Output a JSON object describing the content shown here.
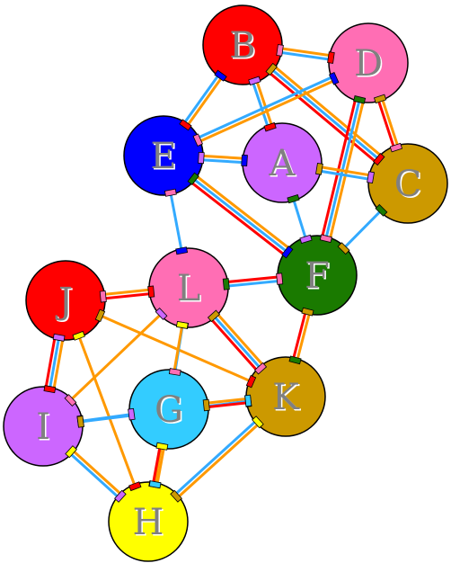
{
  "nodes": [
    {
      "id": "A",
      "label": "A",
      "color": "#cc66ff"
    },
    {
      "id": "B",
      "label": "B",
      "color": "#ff0000"
    },
    {
      "id": "C",
      "label": "C",
      "color": "#cc9900"
    },
    {
      "id": "D",
      "label": "D",
      "color": "#ff6eb4"
    },
    {
      "id": "E",
      "label": "E",
      "color": "#0000ff"
    },
    {
      "id": "F",
      "label": "F",
      "color": "#1a7a00"
    },
    {
      "id": "G",
      "label": "G",
      "color": "#33ccff"
    },
    {
      "id": "H",
      "label": "H",
      "color": "#ffff00"
    },
    {
      "id": "I",
      "label": "I",
      "color": "#cc66ff"
    },
    {
      "id": "J",
      "label": "J",
      "color": "#ff0000"
    },
    {
      "id": "K",
      "label": "K",
      "color": "#cc9900"
    },
    {
      "id": "L",
      "label": "L",
      "color": "#ff6eb4"
    }
  ],
  "edges": [
    {
      "from": "B",
      "to": "D",
      "colors": [
        "#ff9900",
        "#33aaff"
      ]
    },
    {
      "from": "B",
      "to": "E",
      "colors": [
        "#ff9900",
        "#33aaff"
      ]
    },
    {
      "from": "B",
      "to": "A",
      "colors": [
        "#ff9900",
        "#33aaff"
      ]
    },
    {
      "from": "B",
      "to": "C",
      "colors": [
        "#ff9900",
        "#33aaff",
        "#ff0000"
      ]
    },
    {
      "from": "D",
      "to": "E",
      "colors": [
        "#ff9900",
        "#33aaff"
      ]
    },
    {
      "from": "D",
      "to": "C",
      "colors": [
        "#ff9900",
        "#ff0000"
      ]
    },
    {
      "from": "D",
      "to": "F",
      "colors": [
        "#ff9900",
        "#33aaff",
        "#ff0000"
      ]
    },
    {
      "from": "E",
      "to": "A",
      "colors": [
        "#ff9900",
        "#33aaff"
      ]
    },
    {
      "from": "E",
      "to": "F",
      "colors": [
        "#ff9900",
        "#33aaff",
        "#ff0000"
      ]
    },
    {
      "from": "E",
      "to": "L",
      "colors": [
        "#33aaff"
      ]
    },
    {
      "from": "A",
      "to": "C",
      "colors": [
        "#ff9900",
        "#33aaff"
      ]
    },
    {
      "from": "A",
      "to": "F",
      "colors": [
        "#33aaff"
      ]
    },
    {
      "from": "C",
      "to": "F",
      "colors": [
        "#33aaff"
      ]
    },
    {
      "from": "F",
      "to": "L",
      "colors": [
        "#33aaff",
        "#ff0000"
      ]
    },
    {
      "from": "F",
      "to": "K",
      "colors": [
        "#ff9900",
        "#ff0000"
      ]
    },
    {
      "from": "J",
      "to": "L",
      "colors": [
        "#ff9900",
        "#ff0000"
      ]
    },
    {
      "from": "J",
      "to": "I",
      "colors": [
        "#ff9900",
        "#33aaff",
        "#ff0000"
      ]
    },
    {
      "from": "J",
      "to": "K",
      "colors": [
        "#ff9900"
      ]
    },
    {
      "from": "J",
      "to": "H",
      "colors": [
        "#ff9900"
      ]
    },
    {
      "from": "L",
      "to": "I",
      "colors": [
        "#ff9900"
      ]
    },
    {
      "from": "L",
      "to": "G",
      "colors": [
        "#33aaff"
      ]
    },
    {
      "from": "L",
      "to": "K",
      "colors": [
        "#ff9900",
        "#33aaff",
        "#ff0000"
      ]
    },
    {
      "from": "L",
      "to": "H",
      "colors": [
        "#ff9900"
      ]
    },
    {
      "from": "I",
      "to": "G",
      "colors": [
        "#33aaff"
      ]
    },
    {
      "from": "I",
      "to": "K",
      "colors": [
        "#33aaff"
      ]
    },
    {
      "from": "I",
      "to": "H",
      "colors": [
        "#ff9900",
        "#33aaff"
      ]
    },
    {
      "from": "G",
      "to": "K",
      "colors": [
        "#ff9900",
        "#ff0000"
      ]
    },
    {
      "from": "G",
      "to": "H",
      "colors": [
        "#ff9900",
        "#ff0000"
      ]
    },
    {
      "from": "K",
      "to": "H",
      "colors": [
        "#ff9900",
        "#33aaff"
      ]
    }
  ]
}
